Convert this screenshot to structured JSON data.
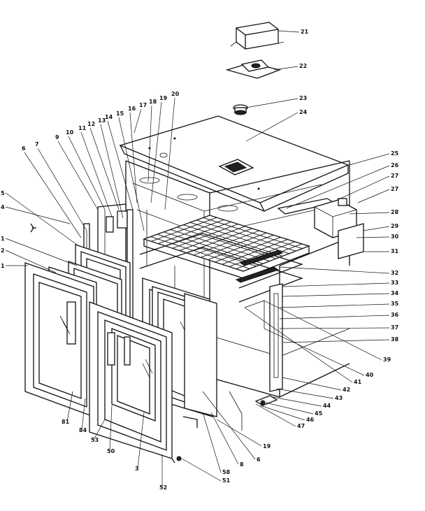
{
  "diagram": {
    "type": "exploded parts diagram",
    "callouts": [
      {
        "id": "c21",
        "text": "21"
      },
      {
        "id": "c22",
        "text": "22"
      },
      {
        "id": "c23",
        "text": "23"
      },
      {
        "id": "c24",
        "text": "24"
      },
      {
        "id": "c25",
        "text": "25"
      },
      {
        "id": "c26",
        "text": "26"
      },
      {
        "id": "c27a",
        "text": "27"
      },
      {
        "id": "c27b",
        "text": "27"
      },
      {
        "id": "c28",
        "text": "28"
      },
      {
        "id": "c29",
        "text": "29"
      },
      {
        "id": "c30",
        "text": "30"
      },
      {
        "id": "c31a",
        "text": "31"
      },
      {
        "id": "c32",
        "text": "32"
      },
      {
        "id": "c33",
        "text": "33"
      },
      {
        "id": "c34",
        "text": "34"
      },
      {
        "id": "c35",
        "text": "35"
      },
      {
        "id": "c36",
        "text": "36"
      },
      {
        "id": "c37",
        "text": "37"
      },
      {
        "id": "c38",
        "text": "38"
      },
      {
        "id": "c39",
        "text": "39"
      },
      {
        "id": "c40",
        "text": "40"
      },
      {
        "id": "c41",
        "text": "41"
      },
      {
        "id": "c42",
        "text": "42"
      },
      {
        "id": "c43",
        "text": "43"
      },
      {
        "id": "c44",
        "text": "44"
      },
      {
        "id": "c45",
        "text": "45"
      },
      {
        "id": "c46",
        "text": "46"
      },
      {
        "id": "c47",
        "text": "47"
      },
      {
        "id": "c20",
        "text": "20"
      },
      {
        "id": "c19t",
        "text": "19"
      },
      {
        "id": "c18a",
        "text": "18"
      },
      {
        "id": "c17",
        "text": "17"
      },
      {
        "id": "c16a",
        "text": "16"
      },
      {
        "id": "c15",
        "text": "15"
      },
      {
        "id": "c14",
        "text": "14"
      },
      {
        "id": "c13",
        "text": "13"
      },
      {
        "id": "c12",
        "text": "12"
      },
      {
        "id": "c11",
        "text": "11"
      },
      {
        "id": "c10",
        "text": "10"
      },
      {
        "id": "c9",
        "text": "9"
      },
      {
        "id": "c7",
        "text": "7"
      },
      {
        "id": "c6",
        "text": "6"
      },
      {
        "id": "c5",
        "text": "5"
      },
      {
        "id": "c4",
        "text": "4"
      },
      {
        "id": "c1a",
        "text": "1"
      },
      {
        "id": "c2",
        "text": "2"
      },
      {
        "id": "c1b",
        "text": "1"
      },
      {
        "id": "c81",
        "text": "81"
      },
      {
        "id": "c84",
        "text": "84"
      },
      {
        "id": "c53",
        "text": "53"
      },
      {
        "id": "c50",
        "text": "50"
      },
      {
        "id": "c3",
        "text": "3"
      },
      {
        "id": "c52",
        "text": "52"
      },
      {
        "id": "c51b",
        "text": "51"
      },
      {
        "id": "c58",
        "text": "58"
      },
      {
        "id": "c8b",
        "text": "8"
      },
      {
        "id": "c6b",
        "text": "6"
      },
      {
        "id": "c19b",
        "text": "19"
      }
    ]
  }
}
